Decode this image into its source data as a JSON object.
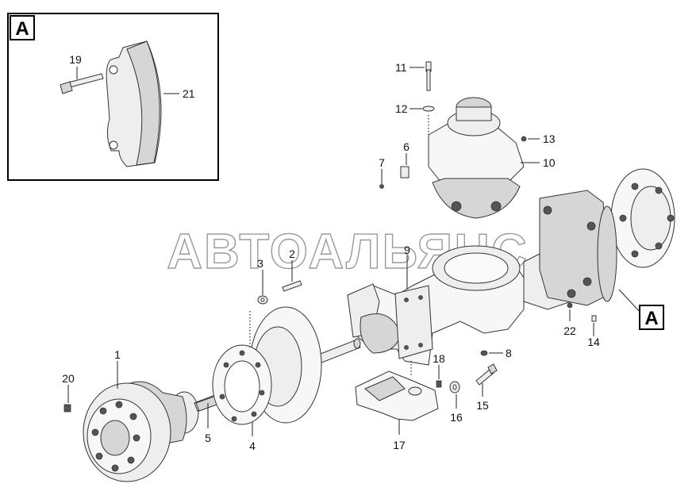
{
  "inset": {
    "tag": "A"
  },
  "callout_tag": "A",
  "watermark": "АВТОАЛЬЯНС",
  "labels": {
    "p1": "1",
    "p2": "2",
    "p3": "3",
    "p4": "4",
    "p5": "5",
    "p6": "6",
    "p7": "7",
    "p8": "8",
    "p9": "9",
    "p10": "10",
    "p11": "11",
    "p12": "12",
    "p13": "13",
    "p14": "14",
    "p15": "15",
    "p16": "16",
    "p17": "17",
    "p18": "18",
    "p19": "19",
    "p20": "20",
    "p21": "21",
    "p22": "22"
  }
}
